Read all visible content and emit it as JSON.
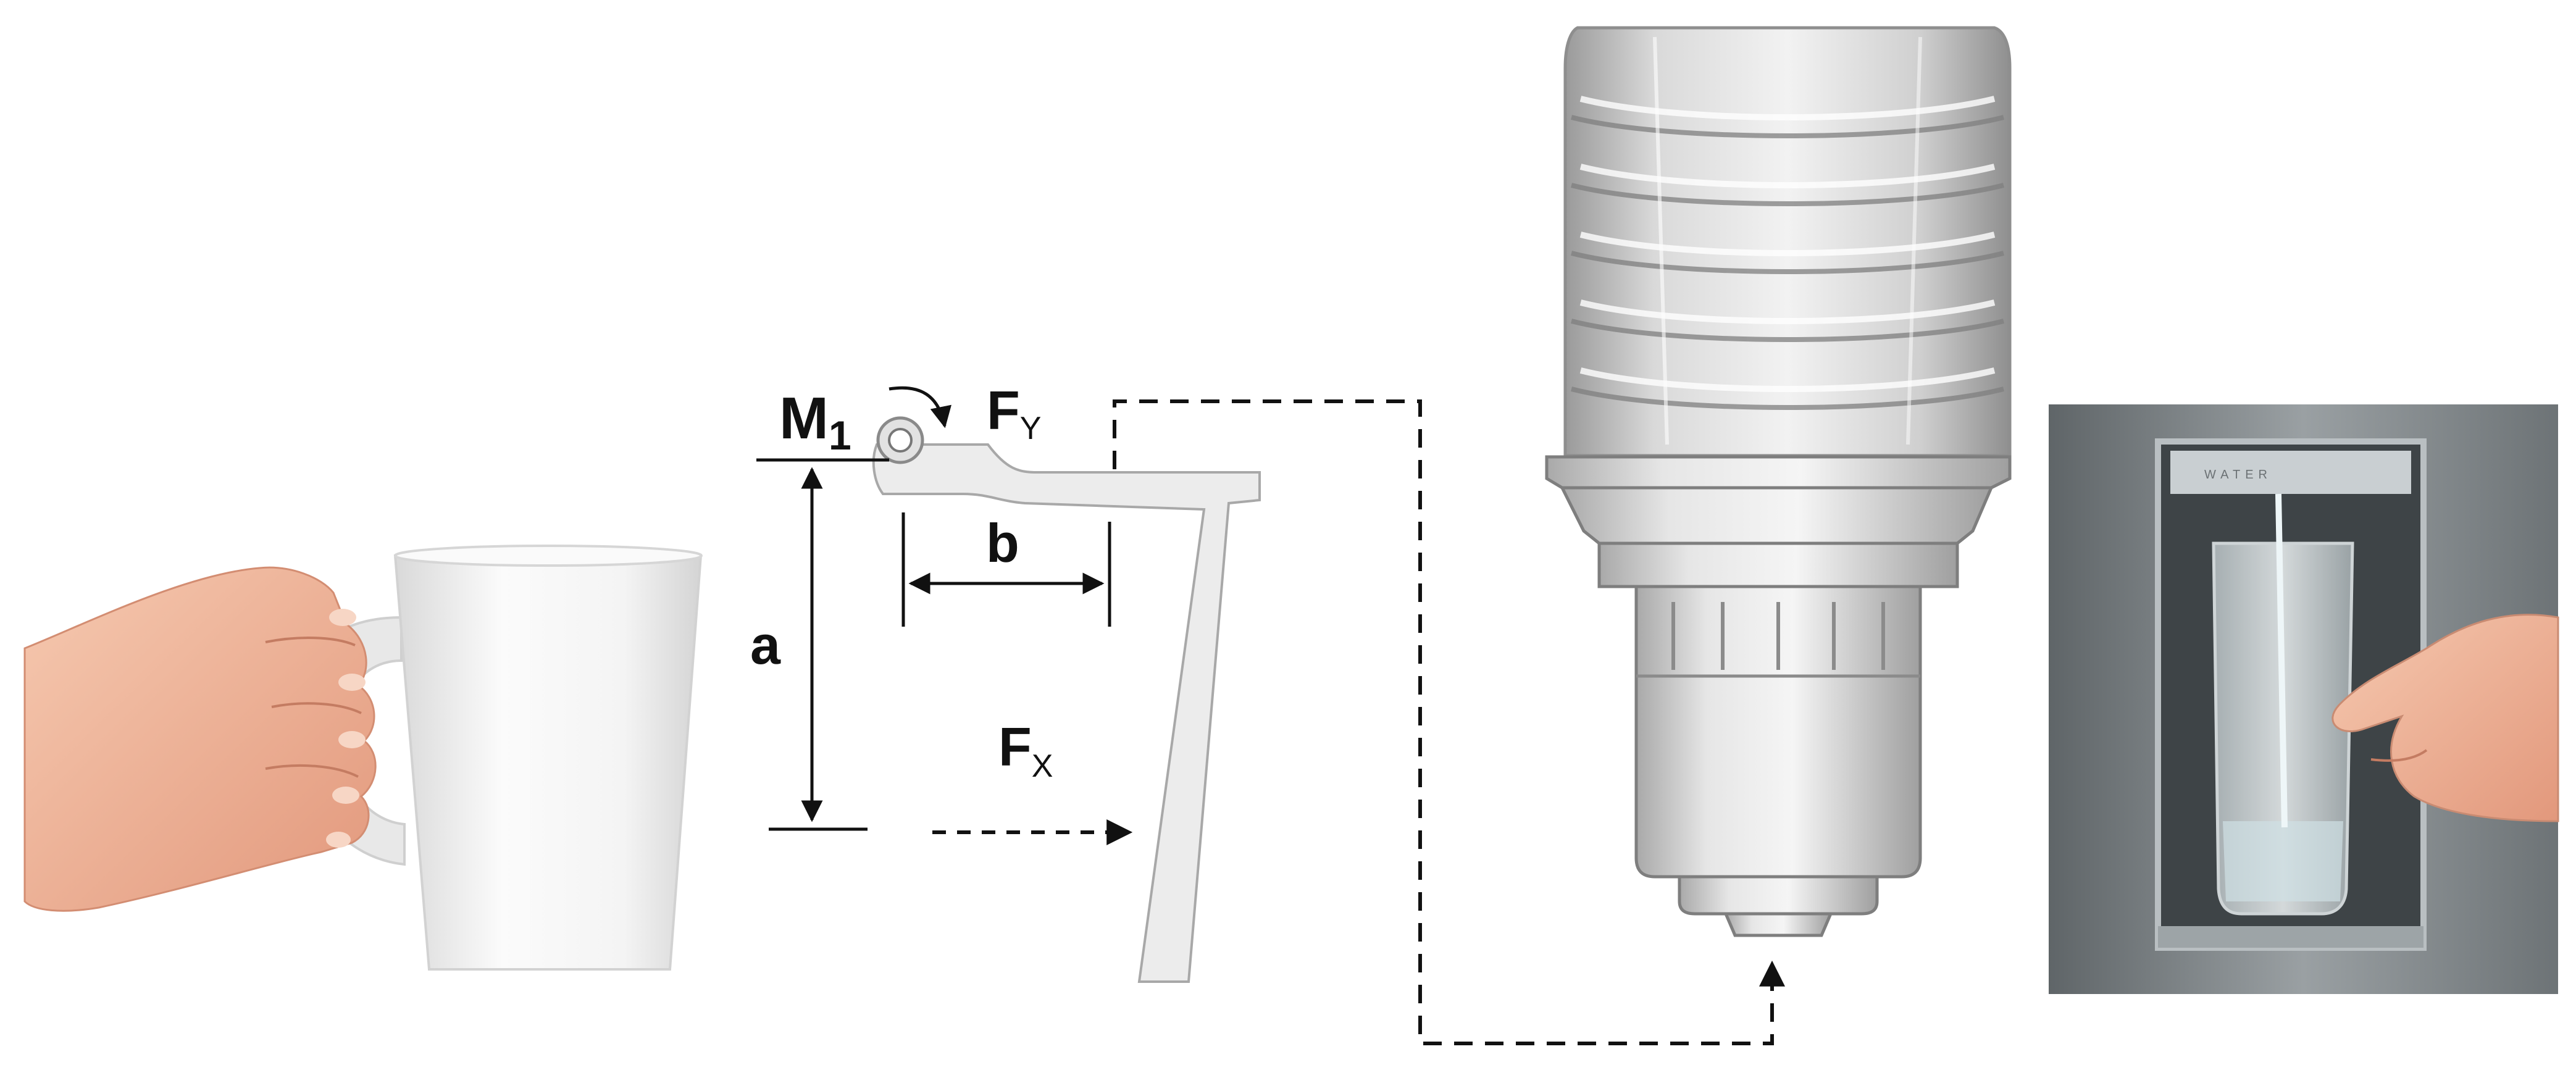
{
  "labels": {
    "moment": "M",
    "moment_sub": "1",
    "force_y": "F",
    "force_y_sub": "Y",
    "force_x": "F",
    "force_x_sub": "X",
    "dim_a": "a",
    "dim_b": "b"
  },
  "colors": {
    "line": "#111111",
    "mug": "#f1f1f1",
    "skin": "#f0b59a",
    "lever": "#e9e9e9",
    "cap": "#cfcfcf",
    "bottle": "#dcdcdc",
    "fridge_steel": "#8a9093"
  }
}
